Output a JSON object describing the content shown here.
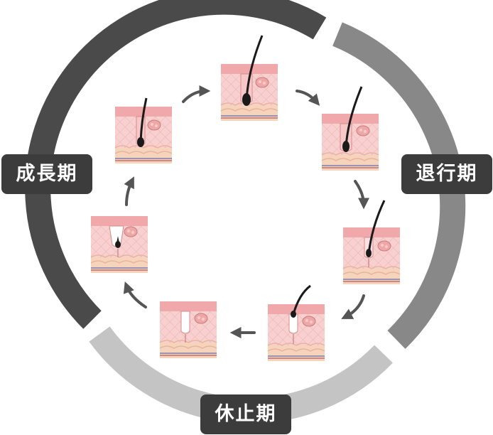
{
  "diagram": {
    "phases": [
      {
        "id": "anagen",
        "label": "成長期",
        "color": "#4a4a4a"
      },
      {
        "id": "catagen",
        "label": "退行期",
        "color": "#888888"
      },
      {
        "id": "telogen",
        "label": "休止期",
        "color": "#c4c4c4"
      }
    ],
    "label_bg_color": "#3c3c3c",
    "colors": {
      "skin_top": "#f0a8aa",
      "skin_body": "#f8d0cf",
      "skin_mesh": "#e9b3b1",
      "fat_layer": "#f6d4bc",
      "hair": "#1a1a1a",
      "arrow": "#555555"
    },
    "stages": [
      {
        "id": "stage-1-anagen-start"
      },
      {
        "id": "stage-2-anagen-full"
      },
      {
        "id": "stage-3-anagen-late"
      },
      {
        "id": "stage-4-catagen"
      },
      {
        "id": "stage-5-telogen"
      },
      {
        "id": "stage-6-telogen-shed"
      },
      {
        "id": "stage-7-early-anagen"
      }
    ]
  }
}
